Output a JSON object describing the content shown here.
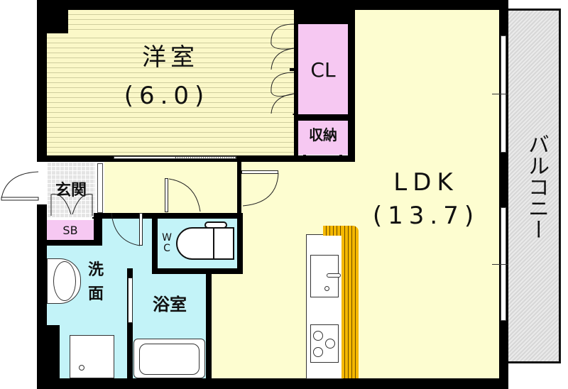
{
  "floorplan": {
    "rooms": [
      {
        "id": "western-room",
        "name": "洋室",
        "size": "(6.0)"
      },
      {
        "id": "closet",
        "name": "CL"
      },
      {
        "id": "storage",
        "name": "収納"
      },
      {
        "id": "ldk",
        "name": "LDK",
        "size": "(13.7)"
      },
      {
        "id": "entrance",
        "name": "玄関"
      },
      {
        "id": "shoe-box",
        "name": "SB"
      },
      {
        "id": "washroom",
        "name_line1": "洗",
        "name_line2": "面"
      },
      {
        "id": "wc",
        "name_line1": "W",
        "name_line2": "C"
      },
      {
        "id": "bathroom",
        "name": "浴室"
      },
      {
        "id": "balcony",
        "name": "バルコニー"
      }
    ],
    "colors": {
      "wall": "#000000",
      "living_area": "#fdfdd0",
      "wet_area": "#c3f3f8",
      "storage": "#f6c8f2",
      "entrance_tile": "#e4e4e4",
      "balcony": "#dcdcdc",
      "counter": "#f5b800"
    }
  }
}
